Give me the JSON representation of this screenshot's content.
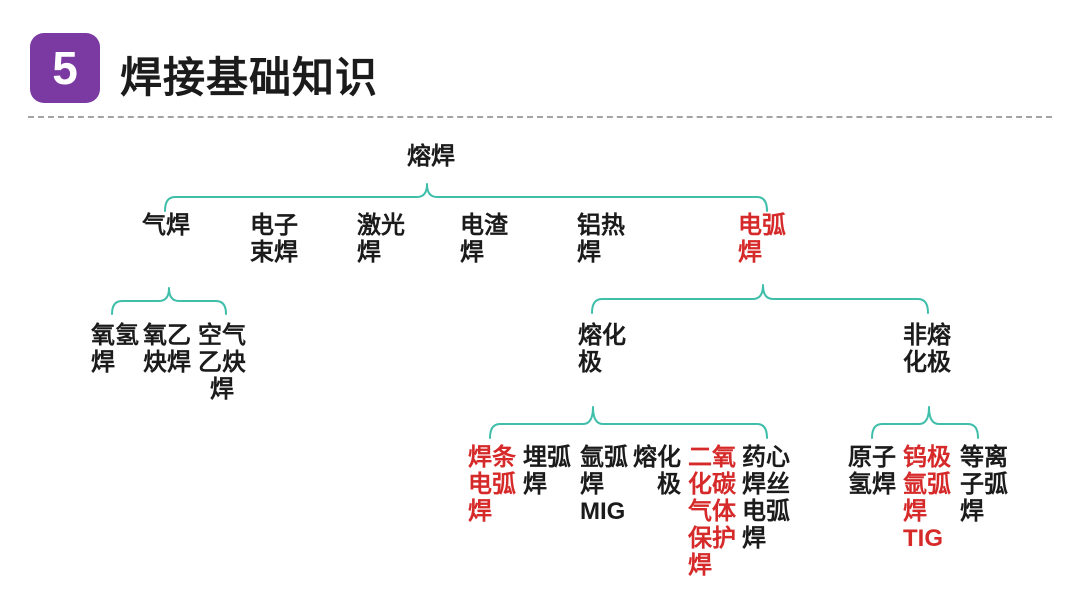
{
  "header": {
    "badge_number": "5",
    "title": "焊接基础知识"
  },
  "colors": {
    "accent_purple": "#7a3aa2",
    "brace_teal": "#3fbeaa",
    "highlight_red": "#d62a2a",
    "text_black": "#1b1b1b",
    "divider_gray": "#a3a3a3"
  },
  "tree": {
    "root": {
      "label": "熔焊"
    },
    "level2": [
      {
        "label": "气焊"
      },
      {
        "label": "电子\n束焊"
      },
      {
        "label": "激光\n焊"
      },
      {
        "label": "电渣\n焊"
      },
      {
        "label": "铝热\n焊"
      },
      {
        "label": "电弧\n焊"
      }
    ],
    "gas_children": [
      {
        "label": "氧氢\n焊"
      },
      {
        "label": "氧乙\n炔焊"
      },
      {
        "label": "空气\n乙炔\n焊"
      }
    ],
    "arc_children": [
      {
        "label": "熔化\n极"
      },
      {
        "label": "非熔\n化极"
      }
    ],
    "consumable_children": [
      {
        "label": "焊条\n电弧\n焊"
      },
      {
        "label": "埋弧\n焊"
      },
      {
        "label": "氩弧\n焊\nMIG"
      },
      {
        "label": "熔化\n　极"
      },
      {
        "label": "二氧\n化碳\n气体\n保护\n焊"
      },
      {
        "label": "药心\n焊丝\n电弧\n焊"
      }
    ],
    "nonconsumable_children": [
      {
        "label": "原子\n氢焊"
      },
      {
        "label": "钨极\n氩弧\n焊\nTIG"
      },
      {
        "label": "等离\n子弧\n焊"
      }
    ]
  }
}
